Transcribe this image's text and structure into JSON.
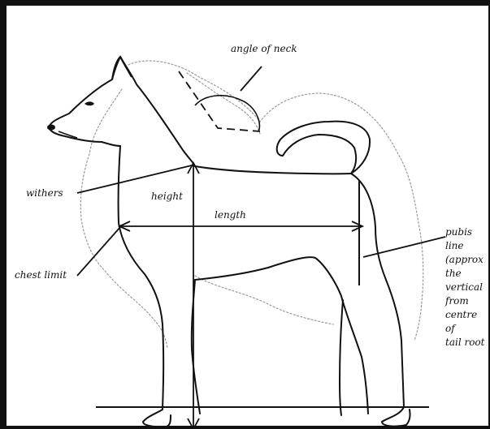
{
  "labels": {
    "angle_of_neck": "angle of neck",
    "withers": "withers",
    "height": "height",
    "length": "length",
    "chest_limit": "chest limit",
    "pubis_lines": [
      "pubis",
      "line",
      "(approx",
      "the",
      "vertical",
      "from",
      "centre",
      "of",
      "tail root"
    ]
  }
}
